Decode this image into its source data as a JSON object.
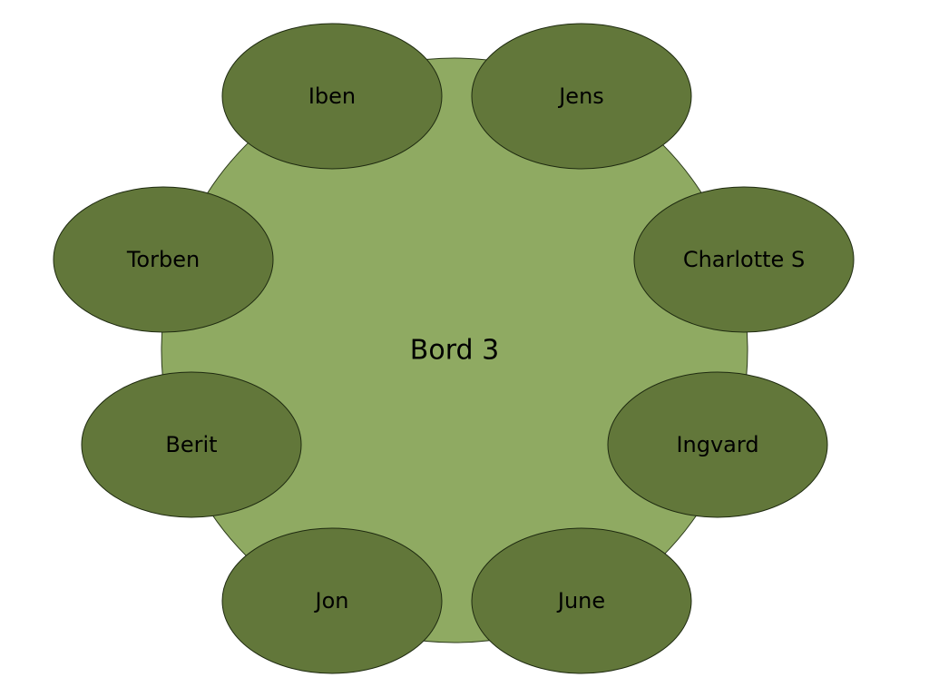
{
  "table": {
    "label": "Bord 3",
    "fill": "#8faa62",
    "stroke": "#2b3a1a"
  },
  "seat_style": {
    "fill": "#62773a",
    "stroke": "#1e2a10"
  },
  "seats": [
    {
      "name": "Iben"
    },
    {
      "name": "Jens"
    },
    {
      "name": "Torben"
    },
    {
      "name": "Charlotte S"
    },
    {
      "name": "Berit"
    },
    {
      "name": "Ingvard"
    },
    {
      "name": "Jon"
    },
    {
      "name": "June"
    }
  ]
}
